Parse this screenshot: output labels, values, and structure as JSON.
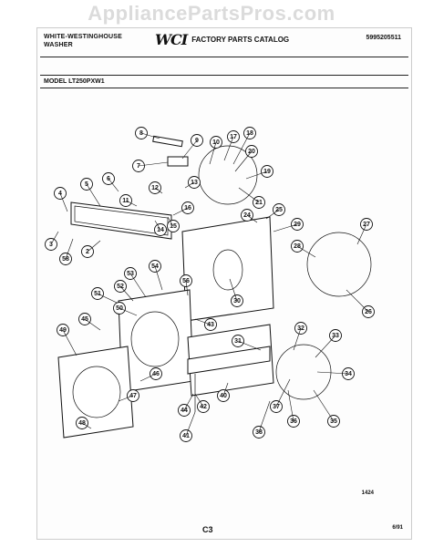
{
  "watermark": "AppliancePartsPros.com",
  "header": {
    "brand_line1": "WHITE-WESTINGHOUSE",
    "brand_line2": "WASHER",
    "logo_text": "WCI",
    "catalog_title": "FACTORY PARTS CATALOG",
    "catalog_number": "5995205511"
  },
  "model_label": "MODEL LT250PXW1",
  "callouts": [
    "8",
    "9",
    "10",
    "17",
    "18",
    "7",
    "20",
    "19",
    "6",
    "13",
    "5",
    "12",
    "11",
    "21",
    "4",
    "16",
    "25",
    "24",
    "29",
    "15",
    "14",
    "27",
    "3",
    "2",
    "58",
    "28",
    "54",
    "53",
    "56",
    "52",
    "51",
    "30",
    "26",
    "50",
    "43",
    "45",
    "31",
    "32",
    "33",
    "49",
    "34",
    "46",
    "47",
    "40",
    "36",
    "48",
    "44",
    "42",
    "37",
    "35",
    "38",
    "41"
  ],
  "footer": {
    "drawing_number": "1424",
    "page_code": "C3",
    "date_code": "6/91"
  }
}
